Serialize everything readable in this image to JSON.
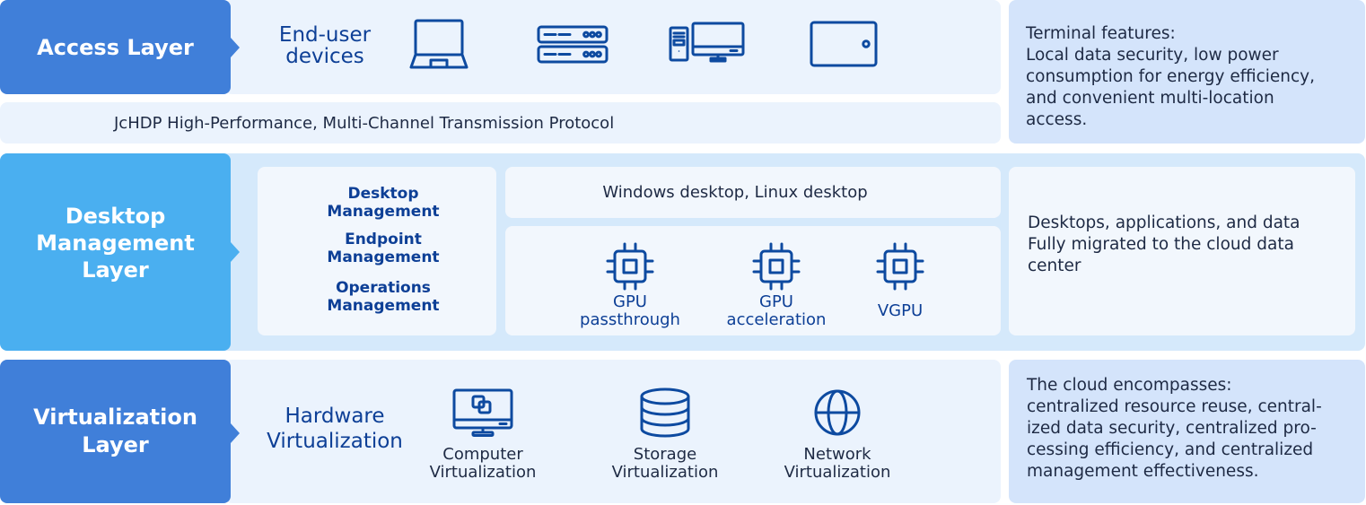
{
  "colors": {
    "access_label": "#407FD9",
    "desktop_label": "#4AAFF0",
    "virtualization_label": "#407FD9",
    "content_panel": "#EBF3FD",
    "desktop_band": "#D5E9FB",
    "inner_panel": "#F2F7FD",
    "info_box": "#D4E4FB",
    "icon": "#0D4AA0",
    "dark_text": "#1E2A44"
  },
  "access_layer": {
    "label": "Access Layer",
    "category": [
      "End-user",
      "devices"
    ],
    "devices": [
      {
        "icon": "laptop-icon"
      },
      {
        "icon": "server-icon"
      },
      {
        "icon": "desktop-computer-icon"
      },
      {
        "icon": "tablet-icon"
      }
    ],
    "protocol": "JcHDP High-Performance, Multi-Channel Transmission Protocol",
    "info": {
      "title": "Terminal features:",
      "lines": [
        "Local data security, low power",
        "consumption for energy efficiency,",
        "and convenient multi-location",
        "access."
      ]
    }
  },
  "desktop_layer": {
    "label": [
      "Desktop",
      "Management",
      "Layer"
    ],
    "management_items": [
      [
        "Desktop",
        "Management"
      ],
      [
        "Endpoint",
        "Management"
      ],
      [
        "Operations",
        "Management"
      ]
    ],
    "desktops": "Windows desktop, Linux desktop",
    "gpu_items": [
      {
        "icon": "gpu-chip-icon",
        "label": [
          "GPU",
          "passthrough"
        ]
      },
      {
        "icon": "gpu-chip-icon",
        "label": [
          "GPU",
          "acceleration"
        ]
      },
      {
        "icon": "gpu-chip-icon",
        "label": [
          "VGPU"
        ]
      }
    ],
    "info": {
      "lines": [
        "Desktops, applications, and data",
        "Fully migrated to the cloud data",
        "center"
      ]
    }
  },
  "virtualization_layer": {
    "label": [
      "Virtualization",
      "Layer"
    ],
    "category": [
      "Hardware",
      "Virtualization"
    ],
    "items": [
      {
        "icon": "computer-virtualization-icon",
        "label": [
          "Computer",
          "Virtualization"
        ]
      },
      {
        "icon": "storage-database-icon",
        "label": [
          "Storage",
          "Virtualization"
        ]
      },
      {
        "icon": "network-globe-icon",
        "label": [
          "Network",
          "Virtualization"
        ]
      }
    ],
    "info": {
      "title": "The cloud encompasses:",
      "lines": [
        "centralized resource reuse, central-",
        "ized data security, centralized pro-",
        "cessing efficiency, and centralized",
        "management effectiveness."
      ]
    }
  }
}
